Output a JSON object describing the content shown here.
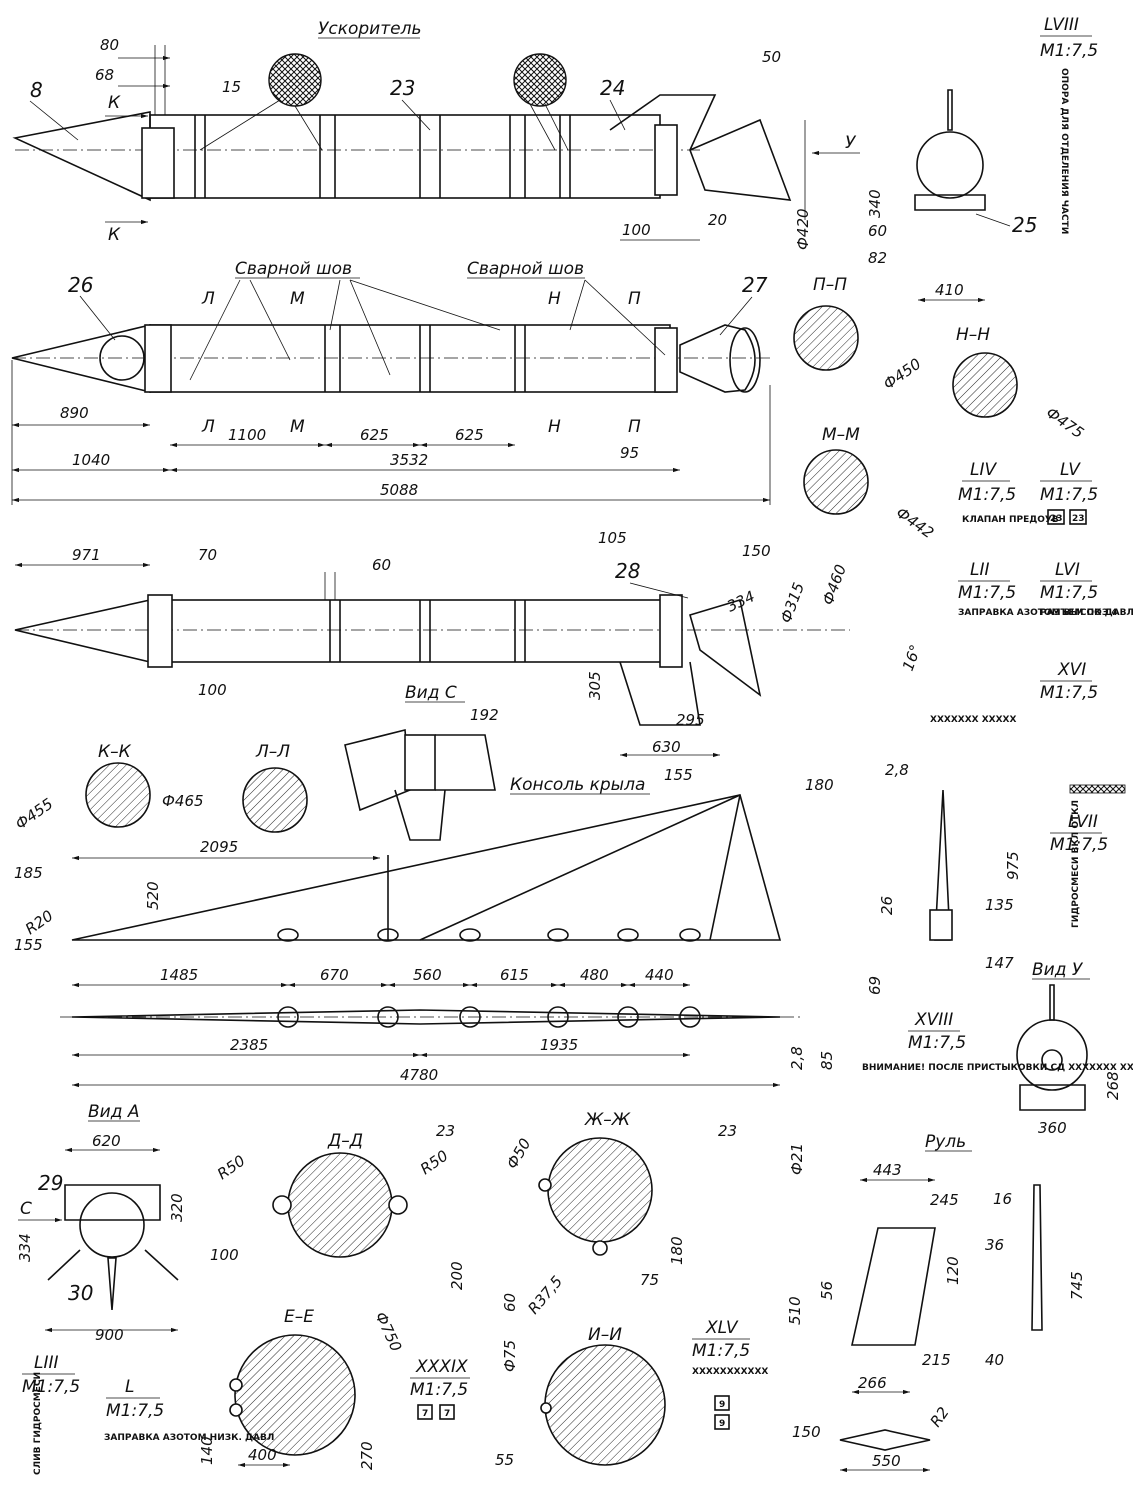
{
  "titles": {
    "booster": "Ускоритель",
    "weld_left": "Сварной шов",
    "weld_right": "Сварной шов",
    "wing_console": "Консоль крыла",
    "view_c": "Вид С",
    "view_a": "Вид А",
    "view_u": "Вид У",
    "rudder": "Руль"
  },
  "sections": {
    "pp": "П–П",
    "nn": "Н–Н",
    "mm": "М–М",
    "kk": "К–К",
    "ll": "Л–Л",
    "dd": "Д–Д",
    "zhzh": "Ж–Ж",
    "ee": "Е–Е",
    "ii": "И–И"
  },
  "cut_letters": {
    "k": "К",
    "l": "Л",
    "m": "М",
    "n": "Н",
    "p": "П",
    "u": "У",
    "c": "С"
  },
  "positions": [
    "8",
    "23",
    "24",
    "25",
    "26",
    "27",
    "28",
    "29",
    "30"
  ],
  "dims": {
    "top": [
      "80",
      "68",
      "15",
      "50",
      "100",
      "20",
      "Ф420"
    ],
    "mid": [
      "890",
      "1100",
      "625",
      "625",
      "95",
      "1040",
      "3532",
      "5088"
    ],
    "third": [
      "971",
      "70",
      "60",
      "105",
      "150",
      "334",
      "Ф315",
      "Ф460",
      "16°",
      "100",
      "305",
      "295",
      "630",
      "192",
      "155",
      "180"
    ],
    "diam": [
      "Ф450",
      "Ф475",
      "Ф442",
      "Ф455",
      "Ф465"
    ],
    "wing": [
      "2095",
      "185",
      "R20",
      "520",
      "155",
      "1485",
      "670",
      "560",
      "615",
      "480",
      "440",
      "2385",
      "1935",
      "4780",
      "2,8",
      "85"
    ],
    "fin": [
      "2,8",
      "975",
      "26",
      "135",
      "147",
      "69"
    ],
    "support": [
      "340",
      "60",
      "82",
      "410"
    ],
    "view_u": [
      "268",
      "360"
    ],
    "view_a": [
      "620",
      "320",
      "334",
      "900"
    ],
    "dd": [
      "23",
      "R50",
      "R50",
      "100",
      "200",
      "Ф750"
    ],
    "zhzh": [
      "Ф50",
      "23",
      "180",
      "60",
      "R37,5",
      "75"
    ],
    "ee": [
      "140",
      "400",
      "270"
    ],
    "ii": [
      "Ф75",
      "55"
    ],
    "rudder": [
      "Ф21",
      "443",
      "245",
      "510",
      "56",
      "120",
      "215",
      "266",
      "16",
      "36",
      "745",
      "40",
      "150",
      "550",
      "R2"
    ]
  },
  "panels": [
    {
      "id": "LVIII",
      "scale": "М1:7,5",
      "note": "ОПОРА ДЛЯ ОТДЕЛЕНИЯ ЧАСТИ"
    },
    {
      "id": "LIV",
      "scale": "М1:7,5",
      "note": "КЛАПАН ПРЕДОУВ"
    },
    {
      "id": "LV",
      "scale": "М1:7,5",
      "note": ""
    },
    {
      "id": "LII",
      "scale": "М1:7,5",
      "note": "ЗАПРАВКА АЗОТОМ ВЫСОК ДАВЛ"
    },
    {
      "id": "LVI",
      "scale": "М1:7,5",
      "note": "РАЗЪЕМ ПОЗ 4"
    },
    {
      "id": "XVI",
      "scale": "М1:7,5",
      "note": "XXXXXXX XXXXX"
    },
    {
      "id": "LVII",
      "scale": "М1:7,5",
      "note": "ГИДРОСМЕСИ ВКЛ ОТКЛ"
    },
    {
      "id": "XVIII",
      "scale": "М1:7,5",
      "note": "ВНИМАНИЕ! ПОСЛЕ ПРИСТЫКОВКИ СД XXXXXXX XXXXXXXXXXXX XXX"
    },
    {
      "id": "XLV",
      "scale": "М1:7,5",
      "note": "XXXXXXXXXXX"
    },
    {
      "id": "XXXIX",
      "scale": "М1:7,5",
      "note": ""
    },
    {
      "id": "LIII",
      "scale": "М1:7,5",
      "note": "СЛИВ ГИДРОСМЕСИ"
    },
    {
      "id": "L",
      "scale": "М1:7,5",
      "note": "ЗАПРАВКА АЗОТОМ НИЗК. ДАВЛ"
    }
  ],
  "badges": {
    "lv": [
      "23",
      "23"
    ],
    "xxxix": [
      "7",
      "7"
    ],
    "xlv": [
      "9",
      "9"
    ]
  }
}
